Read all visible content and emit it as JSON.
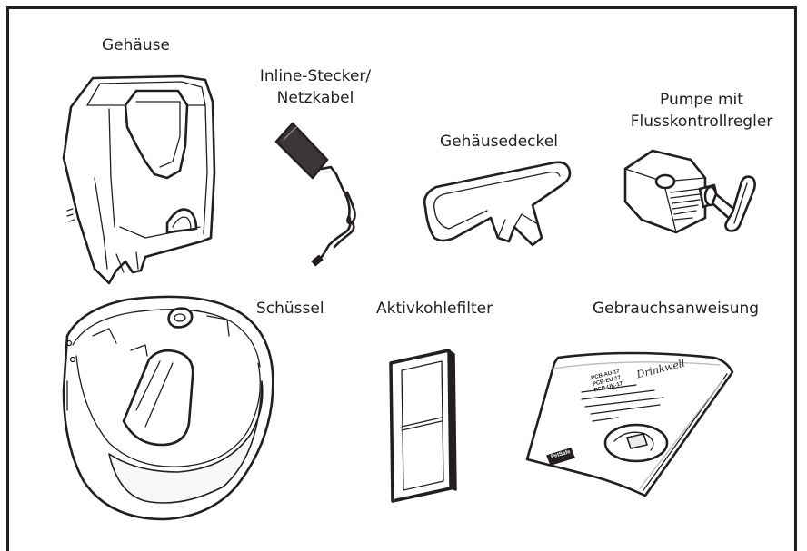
{
  "labels": {
    "housing": "Gehäuse",
    "connector_line1": "Inline-Stecker/",
    "connector_line2": "Netzkabel",
    "pump_line1": "Pumpe mit",
    "pump_line2": "Flusskontrollregler",
    "lid": "Gehäusedeckel",
    "bowl": "Schüssel",
    "filter": "Aktivkohlefilter",
    "manual": "Gebrauchsanweisung"
  },
  "manual_cover": {
    "brand_script": "Drinkwell",
    "models": "PCB-AU-17\nPCB-EU-17\nPCB-UK-17",
    "brand_logo": "PetSafe"
  },
  "colors": {
    "line": "#231f20",
    "background": "#ffffff",
    "shade": "#ececec"
  }
}
